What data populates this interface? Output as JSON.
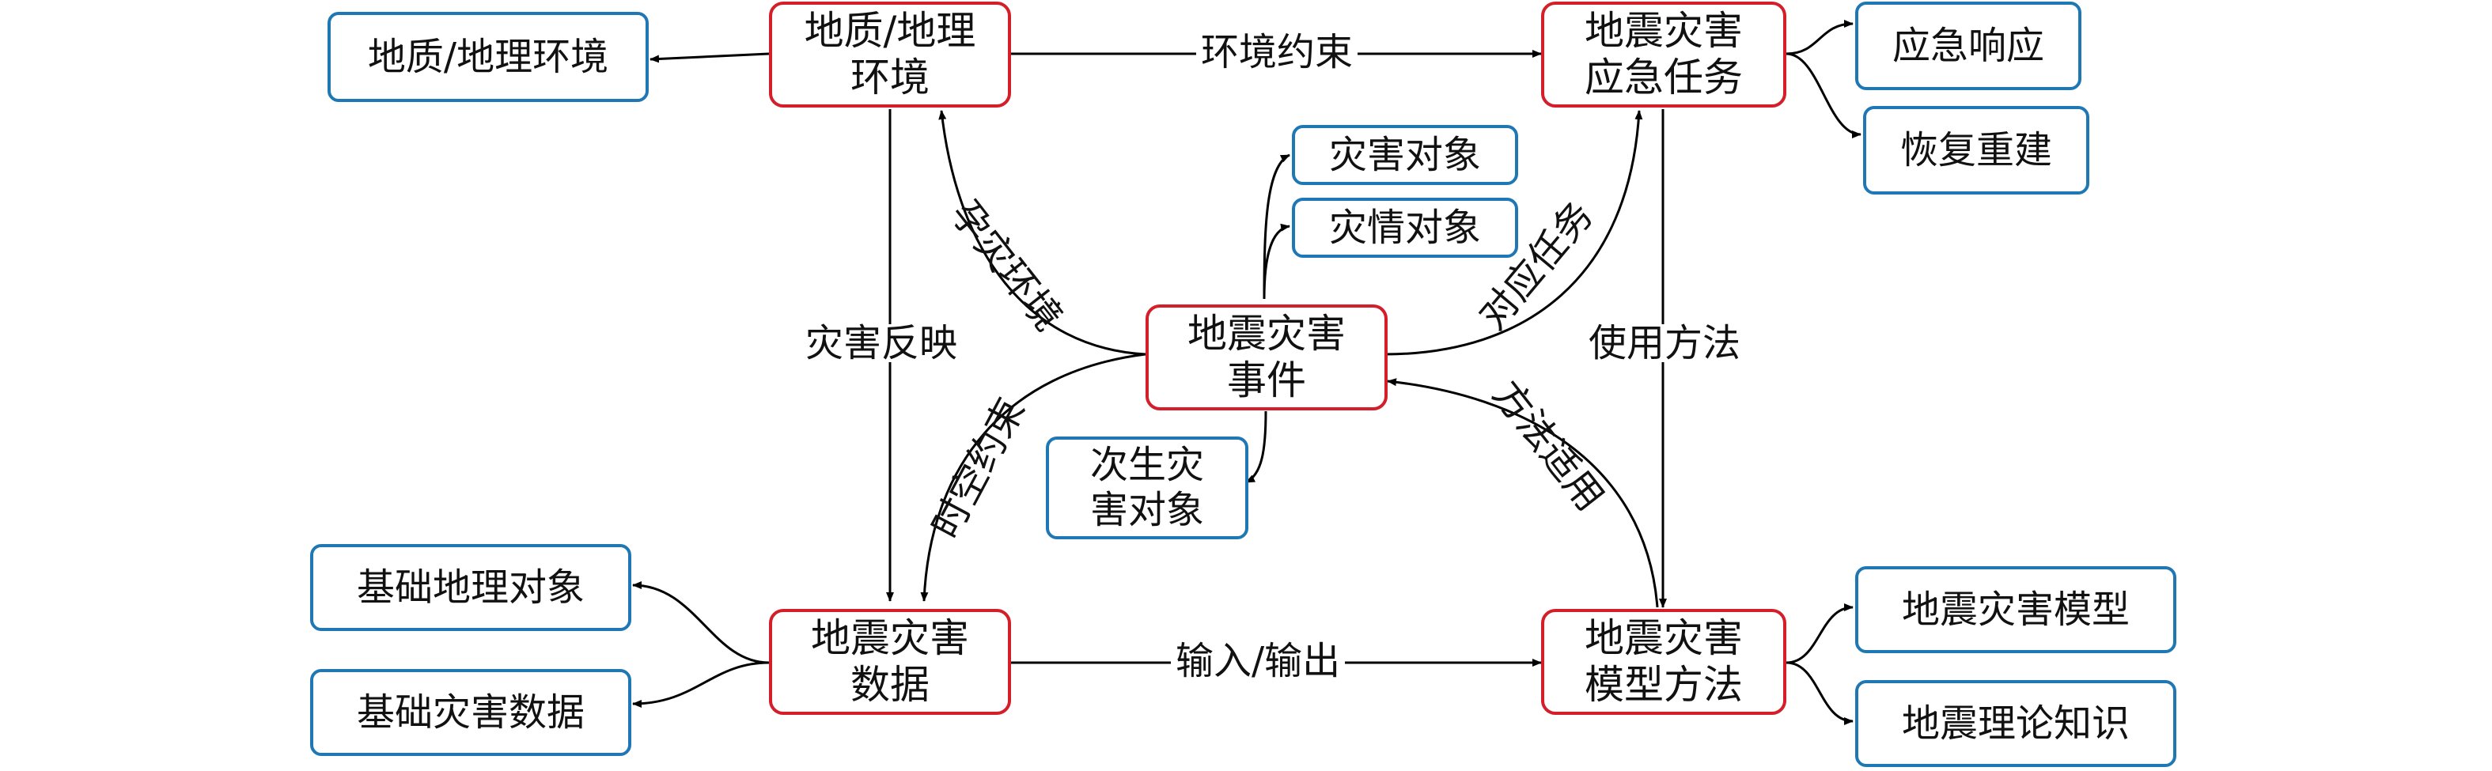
{
  "core_nodes": {
    "geo_env": [
      "地质/地理",
      "环境"
    ],
    "eq_task": [
      "地震灾害",
      "应急任务"
    ],
    "eq_event": [
      "地震灾害",
      "事件"
    ],
    "eq_data": [
      "地震灾害",
      "数据"
    ],
    "eq_model": [
      "地震灾害",
      "模型方法"
    ]
  },
  "sub_nodes": {
    "geo_env_out": "地质/地理环境",
    "emergency_response": "应急响应",
    "recovery": "恢复重建",
    "disaster_object": "灾害对象",
    "situation_object": "灾情对象",
    "secondary_object": [
      "次生灾",
      "害对象"
    ],
    "basic_geo_object": "基础地理对象",
    "basic_disaster_data": "基础灾害数据",
    "eq_model_out": "地震灾害模型",
    "eq_theory": "地震理论知识"
  },
  "edge_labels": {
    "env_constraint": "环境约束",
    "disaster_reflect": "灾害反映",
    "use_method": "使用方法",
    "io": "输入/输出",
    "hazard_env": "孕灾环境",
    "task_corr": "对应任务",
    "spatiotemporal": "时空约束",
    "method_apply": "方法适用"
  },
  "colors": {
    "core_border": "#d41f2a",
    "sub_border": "#1f77b4",
    "line": "#000000"
  }
}
